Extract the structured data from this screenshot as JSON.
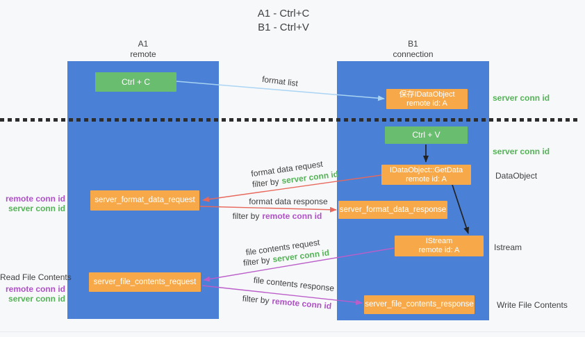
{
  "title": {
    "line1": "A1 - Ctrl+C",
    "line2": "B1 - Ctrl+V"
  },
  "lanes": {
    "a1": {
      "name": "A1",
      "role": "remote"
    },
    "b1": {
      "name": "B1",
      "role": "connection"
    }
  },
  "nodes": {
    "ctrl_c": {
      "label": "Ctrl + C"
    },
    "save_idataobject": {
      "line1": "保存IDataObject",
      "line2": "remote id: A"
    },
    "ctrl_v": {
      "label": "Ctrl + V"
    },
    "getdata": {
      "line1": "IDataObject::GetData",
      "line2": "remote id: A"
    },
    "format_request": {
      "label": "server_format_data_request"
    },
    "format_response": {
      "label": "server_format_data_response"
    },
    "istream": {
      "line1": "IStream",
      "line2": "remote id: A"
    },
    "file_request": {
      "label": "server_file_contents_request"
    },
    "file_response": {
      "label": "server_file_contents_response"
    }
  },
  "edge_labels": {
    "format_list": "format list",
    "format_data_request": "format data request",
    "format_data_response": "format data response",
    "file_contents_request": "file contents request",
    "file_contents_response": "file contents response",
    "filter_by": "filter by",
    "server_conn_id": "server conn id",
    "remote_conn_id": "remote conn id"
  },
  "side_labels": {
    "read_file_contents": "Read File Contents",
    "write_file_contents": "Write File Contents",
    "dataobject": "DataObject",
    "istream": "Istream"
  },
  "colors": {
    "column_blue": "#4a80d5",
    "node_orange": "#f7a94a",
    "node_green": "#69bd6f",
    "arrow_blue": "#a9d4f3",
    "arrow_red": "#e8685c",
    "arrow_purple": "#bb5ec9",
    "arrow_black": "#222222",
    "text_green": "#54b356",
    "text_purple": "#b050c8",
    "text_dark": "#3f3f3f",
    "bg": "#f7f8fa",
    "dash": "#2d2d2d"
  }
}
